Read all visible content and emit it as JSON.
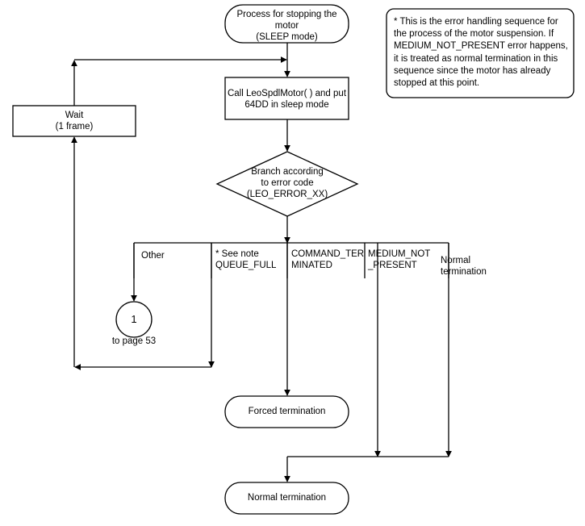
{
  "diagram": {
    "title_node": {
      "id": "start-terminal",
      "text": "Process for stopping the\nmotor\n(SLEEP mode)"
    },
    "note": {
      "text": "* This is the error handling sequence for the process of the motor suspension.  If MEDIUM_NOT_PRESENT error happens, it is treated as normal termination in this sequence since the motor has already stopped at this point."
    },
    "process_node": {
      "text": "Call LeoSpdlMotor( ) and put\n64DD in sleep mode"
    },
    "wait_node": {
      "text": "Wait\n(1 frame)"
    },
    "decision_node": {
      "text": "Branch according\nto error code\n(LEO_ERROR_XX)"
    },
    "branches": [
      {
        "id": "other",
        "label": "Other"
      },
      {
        "id": "queue-full",
        "label": "* See note\nQUEUE_FULL"
      },
      {
        "id": "command-terminated",
        "label": "COMMAND_TER\nMINATED"
      },
      {
        "id": "medium-not-present",
        "label": "MEDIUM_NOT\n_PRESENT"
      },
      {
        "id": "normal-termination",
        "label": "Normal\ntermination"
      }
    ],
    "connector": {
      "number": "1",
      "caption": "to page 53"
    },
    "forced_termination_node": {
      "text": "Forced termination"
    },
    "normal_termination_node": {
      "text": "Normal termination"
    },
    "colors": {
      "stroke": "#000000",
      "fill": "#ffffff",
      "background": "#ffffff"
    }
  }
}
